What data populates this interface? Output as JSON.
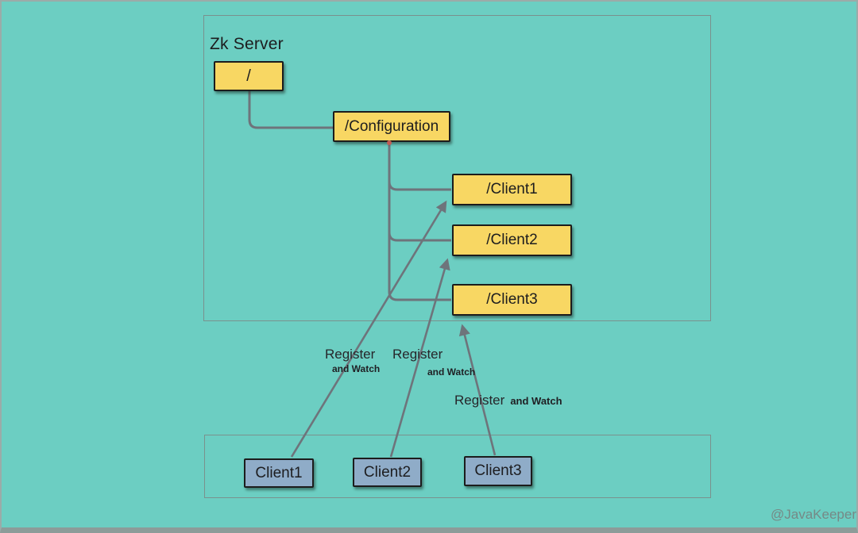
{
  "diagram": {
    "server_group_label": "Zk Server",
    "watermark": "@JavaKeeper"
  },
  "nodes": {
    "root": "/",
    "configuration": "/Configuration",
    "zclient1": "/Client1",
    "zclient2": "/Client2",
    "zclient3": "/Client3",
    "client1": "Client1",
    "client2": "Client2",
    "client3": "Client3"
  },
  "edges": [
    {
      "from": "Client1",
      "to": "/Client1",
      "label": "Register",
      "sublabel": "and Watch"
    },
    {
      "from": "Client2",
      "to": "/Client2",
      "label": "Register",
      "sublabel": "and Watch"
    },
    {
      "from": "Client3",
      "to": "/Client3",
      "label": "Register",
      "sublabel": "and Watch"
    }
  ],
  "tree_edges": [
    {
      "from": "/",
      "to": "/Configuration"
    },
    {
      "from": "/Configuration",
      "to": "/Client1"
    },
    {
      "from": "/Configuration",
      "to": "/Client2"
    },
    {
      "from": "/Configuration",
      "to": "/Client3"
    }
  ],
  "colors": {
    "bg": "#6CCEC2",
    "yellow": "#F8D763",
    "blue": "#8FACC8",
    "line": "#6E747B",
    "container-border": "#7A918D",
    "text": "#1D1D1F",
    "watermark": "#768986",
    "frame": "#9BABA8",
    "frame-bottom": "#8C9C99",
    "dot": "#C25C55"
  }
}
